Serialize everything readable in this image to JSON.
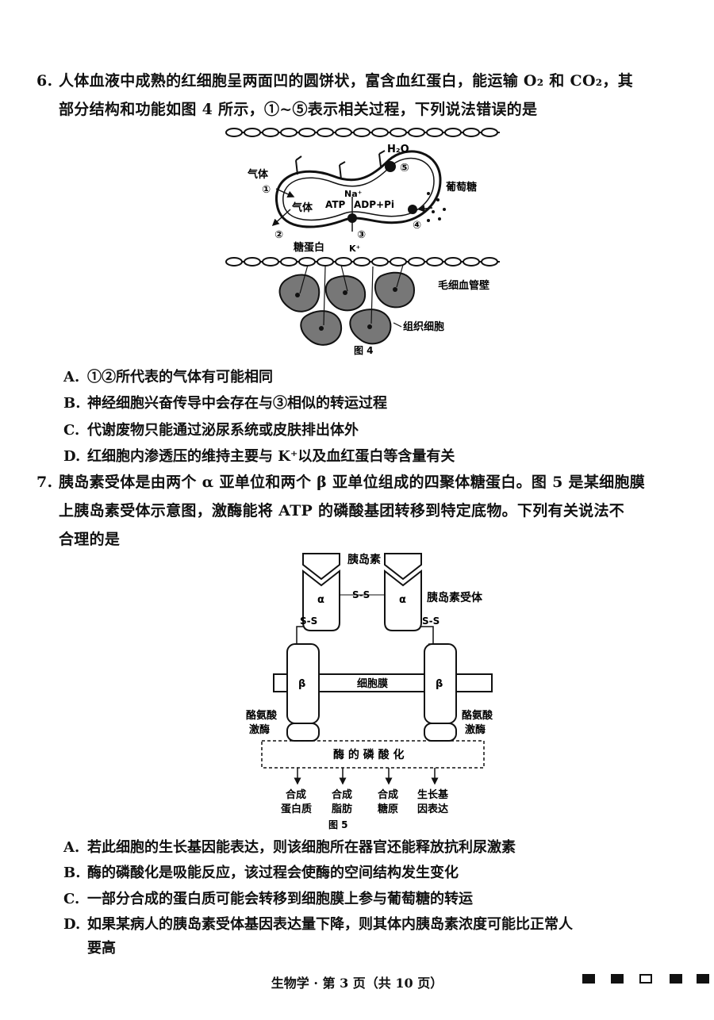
{
  "q6": {
    "number": "6.",
    "line1": "人体血液中成熟的红细胞呈两面凹的圆饼状，富含血红蛋白，能运输 O₂ 和 CO₂，其",
    "line2": "部分结构和功能如图 4 所示，①~⑤表示相关过程，下列说法错误的是",
    "figure": {
      "h2o": "H₂O",
      "c5": "⑤",
      "gas_outer": "气体",
      "c1": "①",
      "gas_inner": "气体",
      "na": "Na⁺",
      "atp": "ATP",
      "adp": "ADP+Pi",
      "glucose": "葡萄糖",
      "c4": "④",
      "c2": "②",
      "glycoprotein": "糖蛋白",
      "c3": "③",
      "k": "K⁺",
      "capillary_wall": "毛细血管壁",
      "tissue_cells": "组织细胞",
      "caption": "图 4"
    },
    "options": [
      {
        "key": "A.",
        "text": "①②所代表的气体有可能相同"
      },
      {
        "key": "B.",
        "text": "神经细胞兴奋传导中会存在与③相似的转运过程"
      },
      {
        "key": "C.",
        "text": "代谢废物只能通过泌尿系统或皮肤排出体外"
      },
      {
        "key": "D.",
        "text": "红细胞内渗透压的维持主要与 K⁺以及血红蛋白等含量有关"
      }
    ]
  },
  "q7": {
    "number": "7.",
    "line1": "胰岛素受体是由两个 α 亚单位和两个 β 亚单位组成的四聚体糖蛋白。图 5 是某细胞膜",
    "line2": "上胰岛素受体示意图，激酶能将 ATP 的磷酸基团转移到特定底物。下列有关说法不",
    "line3": "合理的是",
    "figure": {
      "insulin": "胰岛素",
      "alpha": "α",
      "ss": "S-S",
      "receptor": "胰岛素受体",
      "beta": "β",
      "membrane": "细胞膜",
      "kinase1": "酪氨酸",
      "kinase2": "激酶",
      "phos": "酶 的 磷 酸 化",
      "out1a": "合成",
      "out1b": "蛋白质",
      "out2a": "合成",
      "out2b": "脂肪",
      "out3a": "合成",
      "out3b": "糖原",
      "out4a": "生长基",
      "out4b": "因表达",
      "caption": "图 5"
    },
    "options": [
      {
        "key": "A.",
        "text": "若此细胞的生长基因能表达，则该细胞所在器官还能释放抗利尿激素"
      },
      {
        "key": "B.",
        "text": "酶的磷酸化是吸能反应，该过程会使酶的空间结构发生变化"
      },
      {
        "key": "C.",
        "text": "一部分合成的蛋白质可能会转移到细胞膜上参与葡萄糖的转运"
      },
      {
        "key": "D.",
        "text": "如果某病人的胰岛素受体基因表达量下降，则其体内胰岛素浓度可能比正常人"
      },
      {
        "key": "",
        "text": "要高"
      }
    ]
  },
  "footer": {
    "text": "生物学 · 第 3 页（共 10 页）"
  }
}
